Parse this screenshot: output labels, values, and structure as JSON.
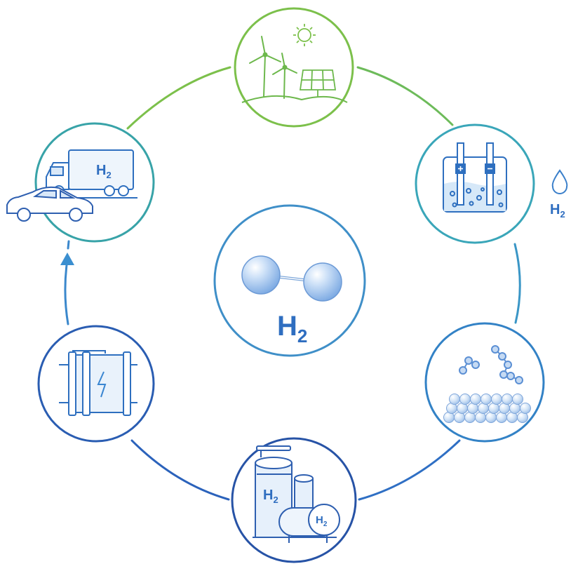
{
  "labels": {
    "center_symbol": "H",
    "center_subscript": "2",
    "truck_symbol": "H",
    "truck_subscript": "2",
    "water_symbol": "H",
    "water_subscript": "2",
    "tank_symbol": "H",
    "tank_subscript": "2",
    "cylinder_symbol": "H",
    "cylinder_subscript": "2"
  },
  "colors": {
    "green": "#7cc04b",
    "teal": "#3aa6b9",
    "blue": "#2f6fc4",
    "navy": "#2753a6",
    "text_blue": "#2f6ec0",
    "sphere_light": "#cfe2f8",
    "sphere_mid": "#8fb8ea"
  },
  "icons": [
    "wind-turbine-icon",
    "solar-panel-icon",
    "sun-icon",
    "electrolyzer-icon",
    "water-drop-icon",
    "adsorption-material-icon",
    "storage-tank-icon",
    "fuel-cell-icon",
    "truck-icon",
    "car-icon",
    "hydrogen-molecule-icon"
  ]
}
